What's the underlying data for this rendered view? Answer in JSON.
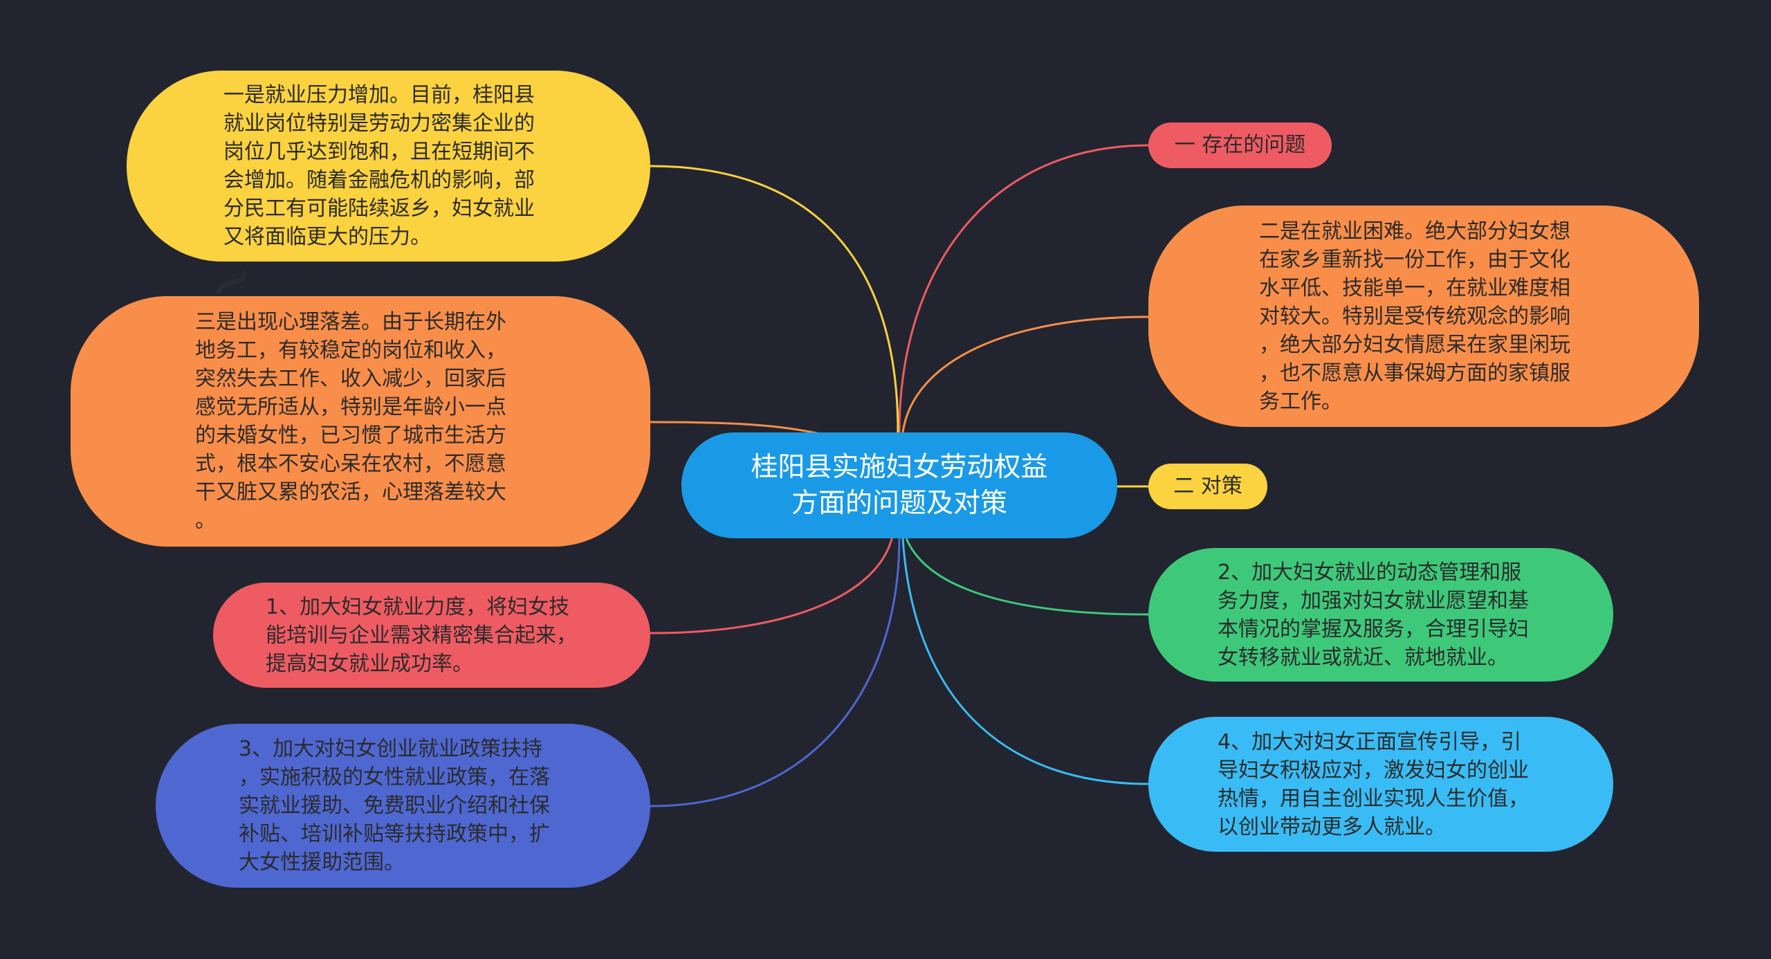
{
  "center": {
    "text": "桂阳县实施妇女劳动权益\n方面的问题及对策",
    "color": "#1a9ae6"
  },
  "branches": [
    {
      "id": "b1",
      "text": "一 存在的问题",
      "color": "#ef5b63",
      "edge_color": "#ef5b63"
    },
    {
      "id": "b2",
      "text": "二 对策",
      "color": "#fbd23f",
      "edge_color": "#fbd23f"
    }
  ],
  "topics": [
    {
      "id": "t1",
      "text": "一是就业压力增加。目前，桂阳县\n就业岗位特别是劳动力密集企业的\n岗位几乎达到饱和，且在短期间不\n会增加。随着金融危机的影响，部\n分民工有可能陆续返乡，妇女就业\n又将面临更大的压力。",
      "color": "#fbd23f",
      "edge_color": "#fbd23f"
    },
    {
      "id": "t2",
      "text": "三是出现心理落差。由于长期在外\n地务工，有较稳定的岗位和收入，\n突然失去工作、收入减少，回家后\n感觉无所适从，特别是年龄小一点\n的未婚女性，已习惯了城市生活方\n式，根本不安心呆在农村，不愿意\n干又脏又累的农活，心理落差较大\n。",
      "color": "#f98e4a",
      "edge_color": "#f98e4a"
    },
    {
      "id": "t3",
      "text": "1、加大妇女就业力度，将妇女技\n能培训与企业需求精密集合起来，\n提高妇女就业成功率。",
      "color": "#ef5b63",
      "edge_color": "#ef5b63"
    },
    {
      "id": "t4",
      "text": "3、加大对妇女创业就业政策扶持\n，实施积极的女性就业政策，在落\n实就业援助、免费职业介绍和社保\n补贴、培训补贴等扶持政策中，扩\n大女性援助范围。",
      "color": "#4e67d1",
      "edge_color": "#4e67d1"
    },
    {
      "id": "t5",
      "text": "二是在就业困难。绝大部分妇女想\n在家乡重新找一份工作，由于文化\n水平低、技能单一，在就业难度相\n对较大。特别是受传统观念的影响\n，绝大部分妇女情愿呆在家里闲玩\n，也不愿意从事保姆方面的家镇服\n务工作。",
      "color": "#f98e4a",
      "edge_color": "#f98e4a"
    },
    {
      "id": "t6",
      "text": "2、加大妇女就业的动态管理和服\n务力度，加强对妇女就业愿望和基\n本情况的掌握及服务，合理引导妇\n女转移就业或就近、就地就业。",
      "color": "#3ec97a",
      "edge_color": "#3ec97a"
    },
    {
      "id": "t7",
      "text": "4、加大对妇女正面宣传引导，引\n导妇女积极应对，激发妇女的创业\n热情，用自主创业实现人生价值，\n以创业带动更多人就业。",
      "color": "#39bcf5",
      "edge_color": "#39bcf5"
    }
  ]
}
